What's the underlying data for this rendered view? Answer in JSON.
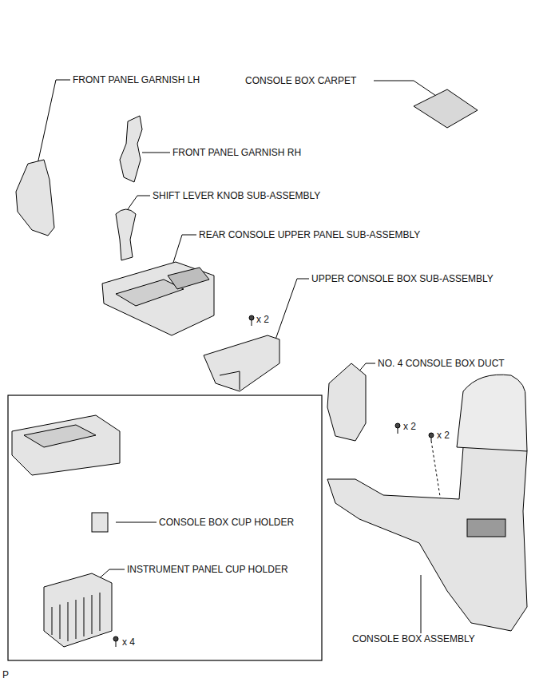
{
  "diagram": {
    "labels": [
      "FRONT PANEL GARNISH LH",
      "CONSOLE BOX CARPET",
      "FRONT PANEL GARNISH RH",
      "SHIFT LEVER KNOB SUB-ASSEMBLY",
      "REAR CONSOLE UPPER PANEL SUB-ASSEMBLY",
      "UPPER CONSOLE BOX SUB-ASSEMBLY",
      "x 2",
      "NO. 4 CONSOLE BOX DUCT",
      "x 2",
      "x 2",
      "CONSOLE BOX CUP HOLDER",
      "INSTRUMENT PANEL CUP HOLDER",
      "x 4",
      "CONSOLE BOX ASSEMBLY",
      "P"
    ]
  }
}
